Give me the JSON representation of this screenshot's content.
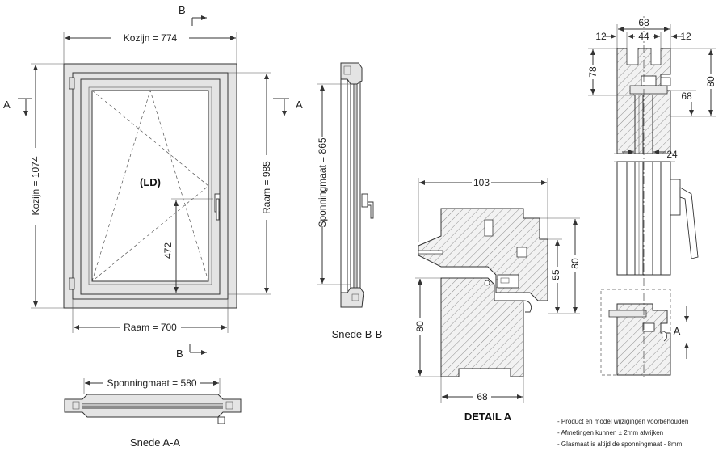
{
  "front_view": {
    "label_frame_width": "Kozijn = 774",
    "label_frame_height": "Kozijn = 1074",
    "label_sash_width": "Raam = 700",
    "label_sash_height": "Raam = 985",
    "label_handle_height": "472",
    "label_opening": "(LD)",
    "section_marker_b": "B",
    "section_marker_a": "A"
  },
  "section_bb": {
    "label_rebate": "Sponningmaat = 865",
    "caption": "Snede B-B"
  },
  "section_aa": {
    "label_rebate": "Sponningmaat = 580",
    "caption": "Snede A-A"
  },
  "detail_a": {
    "title": "DETAIL  A",
    "dim_width_top": "103",
    "dim_height_right": "80",
    "dim_height_inner": "55",
    "dim_height_left": "80",
    "dim_width_bottom": "68"
  },
  "profile_detail": {
    "dim_total_width": "68",
    "dim_left": "12",
    "dim_middle": "44",
    "dim_right": "12",
    "dim_height_left": "78",
    "dim_height_right": "80",
    "dim_inner": "68",
    "dim_glass": "24",
    "marker_a": "A"
  },
  "notes": [
    "- Product en model wijzigingen voorbehouden",
    "- Afmetingen kunnen ± 2mm afwijken",
    "- Glasmaat is altijd de sponningmaat - 8mm"
  ]
}
